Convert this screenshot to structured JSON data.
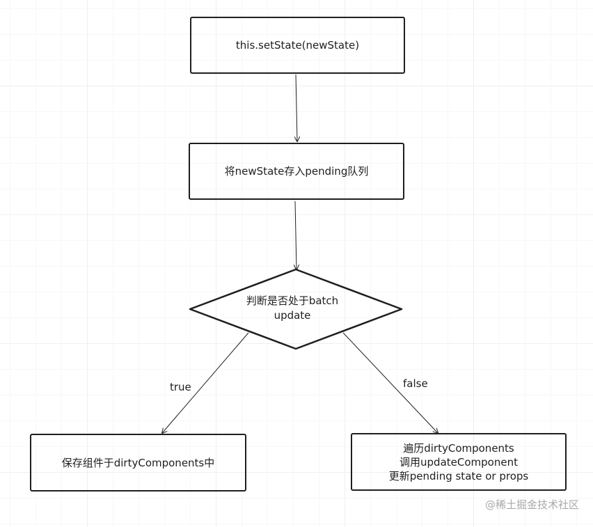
{
  "nodes": {
    "set_state": "this.setState(newState)",
    "push_pending": "将newState存入pending队列",
    "decision_line1": "判断是否处于batch",
    "decision_line2": "update",
    "true_branch": "保存组件于dirtyComponents中",
    "false_branch_line1": "遍历dirtyComponents",
    "false_branch_line2": "调用updateComponent",
    "false_branch_line3": "更新pending state or props"
  },
  "edge_labels": {
    "true": "true",
    "false": "false"
  },
  "watermark": "@稀土掘金技术社区",
  "colors": {
    "stroke": "#1e1e1e",
    "grid_major": "#efefef",
    "grid_minor": "#f7f7f7",
    "watermark": "#a9a9a9"
  }
}
